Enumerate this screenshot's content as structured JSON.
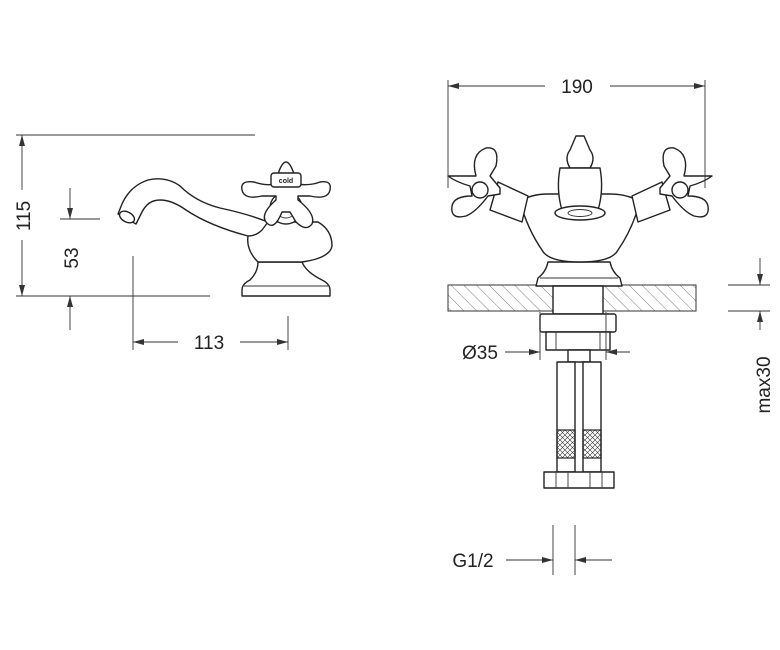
{
  "dimensions": {
    "total_height": "115",
    "spout_height": "53",
    "spout_reach": "113",
    "total_width": "190",
    "hole_diameter": "Ø35",
    "deck_thickness": "max30",
    "connection": "G1/2"
  },
  "handle_marks": {
    "side_view_label": "cold"
  }
}
